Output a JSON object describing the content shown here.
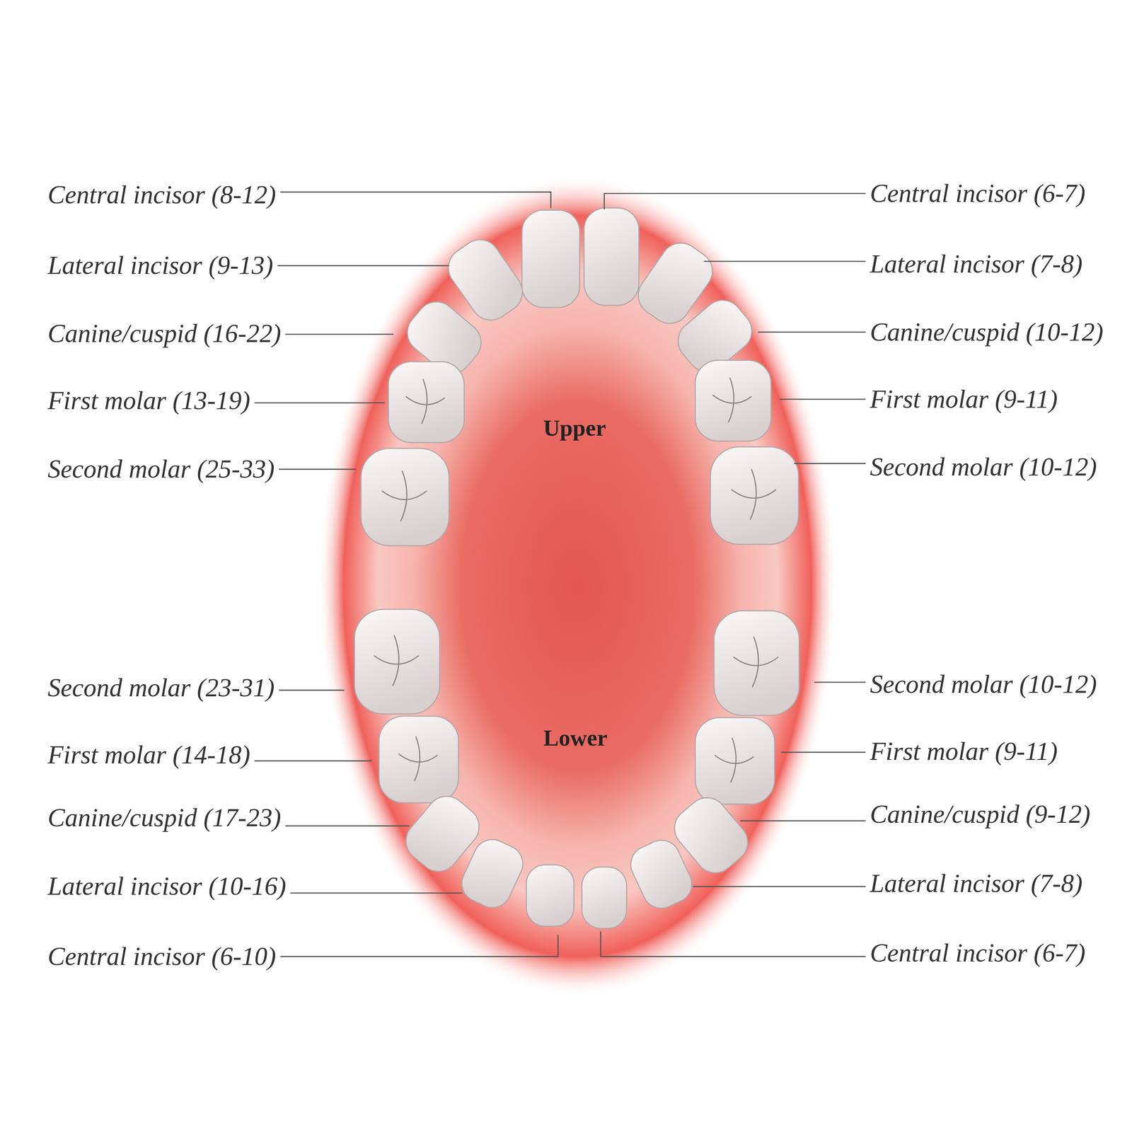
{
  "diagram": {
    "labels": [
      "Central incisor (8-12)",
      "Central incisor (6-7)",
      "Lateral incisor (9-13)",
      "Lateral incisor (7-8)",
      "Canine/cuspid (16-22)",
      "Canine/cuspid (10-12)",
      "First molar (13-19)",
      "First molar (9-11)",
      "Upper",
      "Second molar (25-33)",
      "Second molar (10-12)",
      "Second molar (23-31)",
      "Second molar (10-12)",
      "Lower",
      "First molar (14-18)",
      "First molar (9-11)",
      "Canine/cuspid (17-23)",
      "Canine/cuspid (9-12)",
      "Lateral incisor (10-16)",
      "Lateral incisor (7-8)",
      "Central incisor (6-10)",
      "Central incisor (6-7)"
    ]
  }
}
